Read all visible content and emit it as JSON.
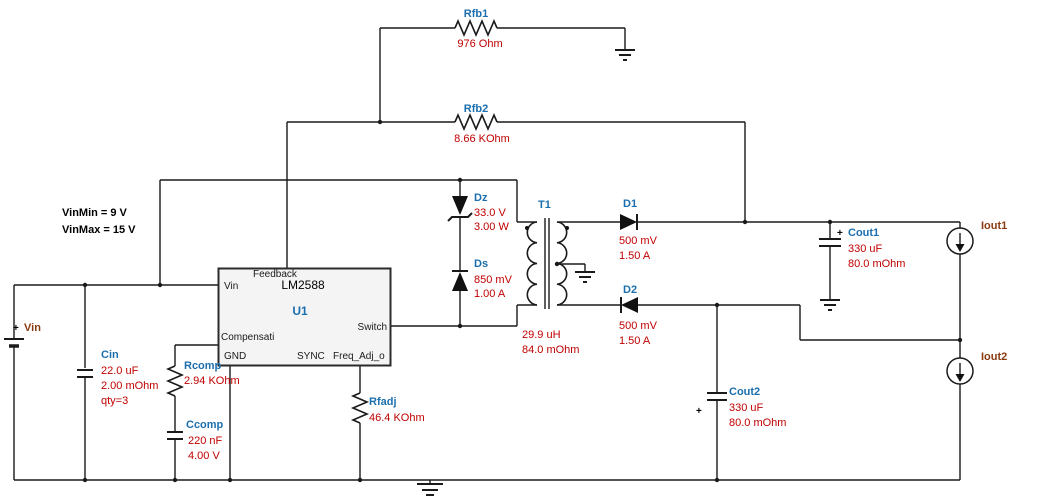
{
  "schematic": {
    "annotations": {
      "vin_min": "VinMin = 9 V",
      "vin_max": "VinMax = 15 V"
    },
    "colors": {
      "component_label": "#1B6FAE",
      "component_value": "#C00000",
      "source_label": "#8B3A10",
      "wire": "#1A1A1A"
    },
    "components": {
      "vin_source": {
        "plus": "+",
        "name": "Vin"
      },
      "rfb1": {
        "name": "Rfb1",
        "value": "976 Ohm"
      },
      "rfb2": {
        "name": "Rfb2",
        "value": "8.66 KOhm"
      },
      "cin": {
        "name": "Cin",
        "values": [
          "22.0 uF",
          "2.00 mOhm",
          "qty=3"
        ]
      },
      "u1": {
        "ref": "U1",
        "part": "LM2588",
        "pins": {
          "vin": "Vin",
          "feedback": "Feedback",
          "compensation": "Compensati",
          "gnd": "GND",
          "sync": "SYNC",
          "freq_adj": "Freq_Adj_o",
          "switch": "Switch"
        }
      },
      "rcomp": {
        "name": "Rcomp",
        "value": "2.94 KOhm"
      },
      "ccomp": {
        "name": "Ccomp",
        "values": [
          "220 nF",
          "4.00 V"
        ]
      },
      "rfadj": {
        "name": "Rfadj",
        "value": "46.4 KOhm"
      },
      "dz": {
        "name": "Dz",
        "values": [
          "33.0 V",
          "3.00 W"
        ]
      },
      "ds": {
        "name": "Ds",
        "values": [
          "850 mV",
          "1.00 A"
        ]
      },
      "t1": {
        "name": "T1",
        "values": [
          "29.9 uH",
          "84.0 mOhm"
        ]
      },
      "d1": {
        "name": "D1",
        "values": [
          "500 mV",
          "1.50 A"
        ]
      },
      "d2": {
        "name": "D2",
        "values": [
          "500 mV",
          "1.50 A"
        ]
      },
      "cout1": {
        "plus": "+",
        "name": "Cout1",
        "values": [
          "330 uF",
          "80.0 mOhm"
        ]
      },
      "cout2": {
        "plus": "+",
        "name": "Cout2",
        "values": [
          "330 uF",
          "80.0 mOhm"
        ]
      },
      "iout1": {
        "name": "Iout1"
      },
      "iout2": {
        "name": "Iout2"
      }
    }
  }
}
